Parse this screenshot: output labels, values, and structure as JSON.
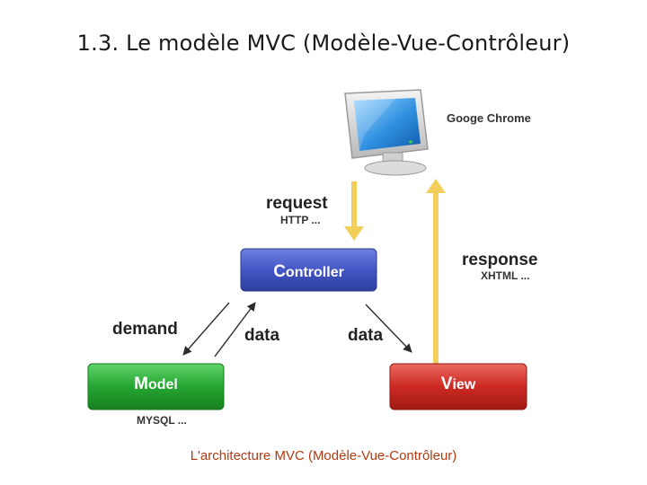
{
  "slide": {
    "title": "1.3. Le modèle MVC (Modèle-Vue-Contrôleur)",
    "caption": "L'architecture MVC (Modèle-Vue-Contrôleur)"
  },
  "diagram": {
    "browser_label": "Googe Chrome",
    "controller": {
      "first": "C",
      "rest": "ontroller",
      "color": "#3b4fb8"
    },
    "model": {
      "first": "M",
      "rest": "odel",
      "color": "#1f9e28",
      "note": "MYSQL ..."
    },
    "view": {
      "first": "V",
      "rest": "iew",
      "color": "#c8231c"
    },
    "request": {
      "label": "request",
      "sub": "HTTP ..."
    },
    "response": {
      "label": "response",
      "sub": "XHTML ..."
    },
    "demand_label": "demand",
    "data_left": "data",
    "data_right": "data",
    "arrow_color": "#f2cf5a"
  }
}
